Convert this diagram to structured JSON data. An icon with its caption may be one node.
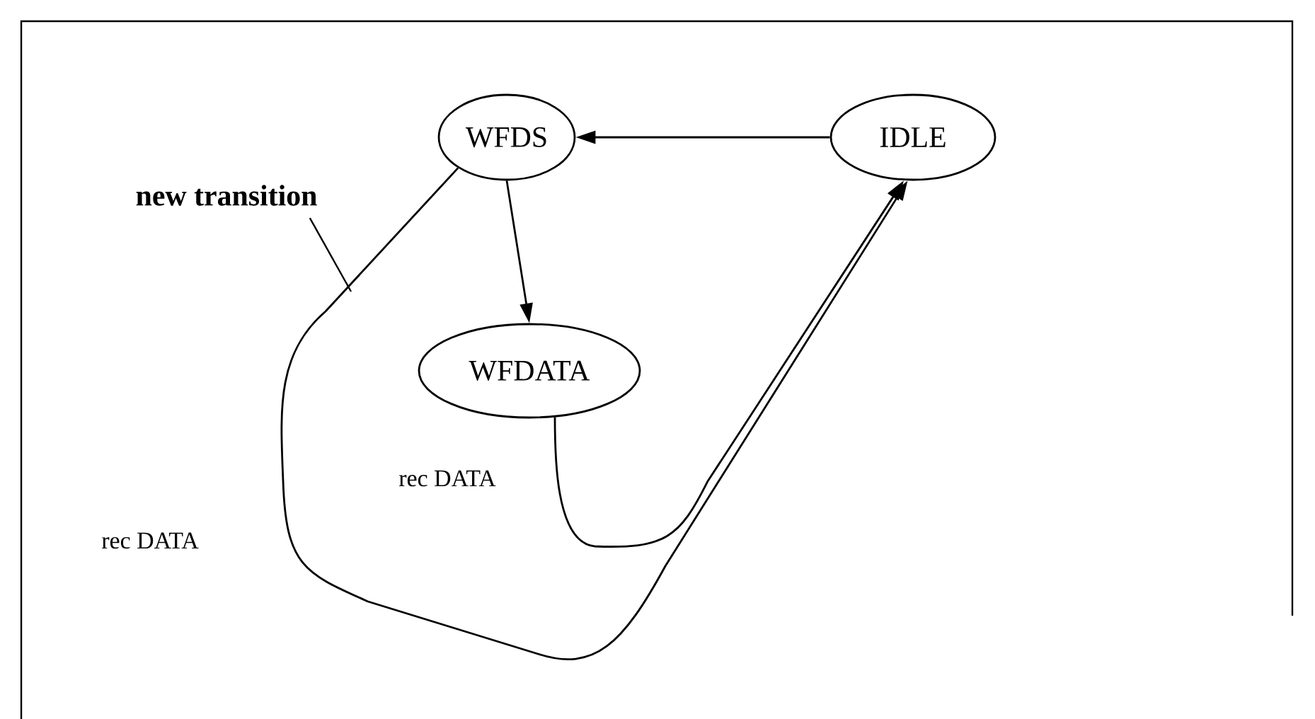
{
  "diagram": {
    "nodes": [
      {
        "text": [
          "WFDS"
        ]
      },
      {
        "text": [
          "IDLE"
        ]
      },
      {
        "text": [
          "WFDATA"
        ]
      },
      {
        "text": [
          "new transition"
        ]
      }
    ],
    "edges": [
      {
        "from": 1,
        "to": 0,
        "arrow": "to"
      },
      {
        "from": 0,
        "to": 2,
        "arrow": "to"
      },
      {
        "from": 2,
        "to": 1,
        "arrow": "to",
        "label": "rec DATA"
      },
      {
        "from": 0,
        "to": 1,
        "arrow": "to",
        "label": "rec DATA"
      },
      {
        "from": 3,
        "to": null,
        "arrow": "none"
      }
    ]
  }
}
